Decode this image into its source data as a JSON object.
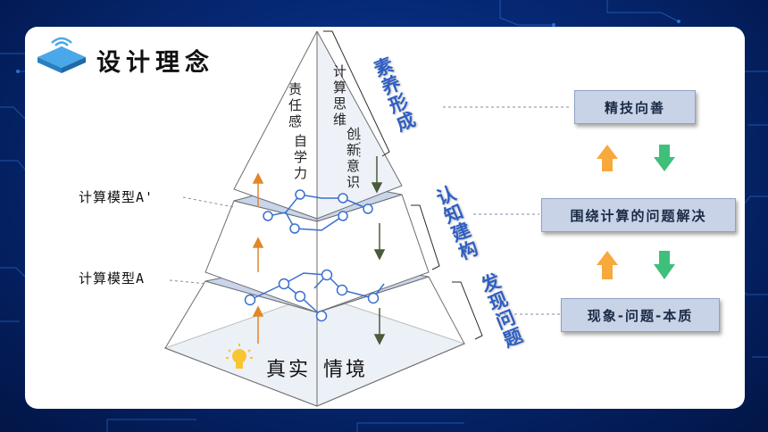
{
  "title": "设计理念",
  "pyramid": {
    "top_left_label": "责任感",
    "top_center_label": "自学力",
    "top_right_label_1": "计算思维",
    "top_right_label_2": "创新意识",
    "top_right_label_3": "……",
    "bottom_left": "真实",
    "bottom_right": "情境"
  },
  "model_labels": {
    "upper": "计算模型A'",
    "lower": "计算模型A"
  },
  "side_labels": {
    "top": "素养形成",
    "middle": "认知建构",
    "bottom": "发现问题"
  },
  "boxes": {
    "top": "精技向善",
    "middle": "围绕计算的问题解决",
    "bottom": "现象-问题-本质"
  },
  "colors": {
    "arrow_up": "#f7a93b",
    "arrow_down": "#3ec07a",
    "accent": "#2f5fc4",
    "node_line": "#3a6fd0"
  }
}
